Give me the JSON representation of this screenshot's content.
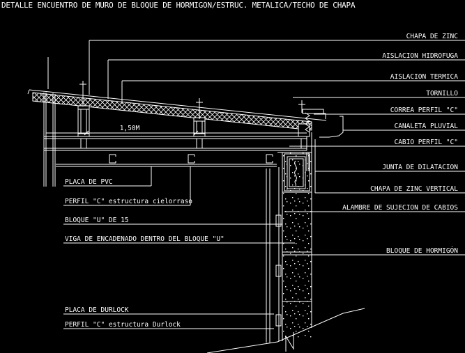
{
  "colors": {
    "background": "#000000",
    "foreground": "#ffffff"
  },
  "title": "DETALLE ENCUENTRO DE MURO DE BLOQUE DE HORMIGON/ESTRUC. METALICA/TECHO DE CHAPA",
  "dimension": {
    "value": "1,50M"
  },
  "right_labels": [
    {
      "label": "CHAPA DE ZINC"
    },
    {
      "label": "AISLACION HIDROFUGA"
    },
    {
      "label": "AISLACION TERMICA"
    },
    {
      "label": "TORNILLO"
    },
    {
      "label": "CORREA PERFIL \"C\""
    },
    {
      "label": "CANALETA PLUVIAL"
    },
    {
      "label": "CABIO PERFIL \"C\""
    },
    {
      "label": "JUNTA DE DILATACION"
    },
    {
      "label": "CHAPA DE ZINC VERTICAL"
    },
    {
      "label": "ALAMBRE DE SUJECION DE CABIOS"
    },
    {
      "label": "BLOQUE DE HORMIGÓN"
    }
  ],
  "left_labels": [
    {
      "label": "PLACA DE PVC"
    },
    {
      "label": "PERFIL \"C\" estructura cielorraso"
    },
    {
      "label": "BLOQUE \"U\" DE 15"
    },
    {
      "label": "VIGA DE ENCADENADO DENTRO DEL BLOQUE \"U\""
    },
    {
      "label": "PLACA DE DURLOCK"
    },
    {
      "label": "PERFIL \"C\" estructura Durlock"
    }
  ]
}
